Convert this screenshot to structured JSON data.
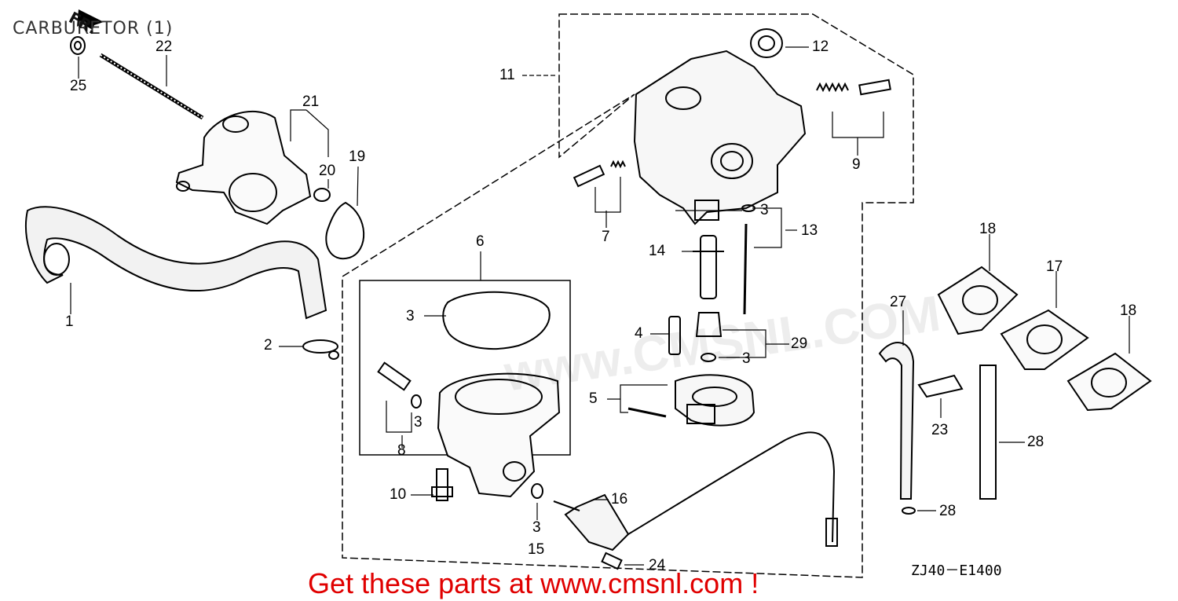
{
  "header": {
    "title": "CARBURETOR (1)",
    "direction_label": "FR."
  },
  "callouts": {
    "n1": "1",
    "n2": "2",
    "n3a": "3",
    "n3b": "3",
    "n3c": "3",
    "n3d": "3",
    "n3e": "3",
    "n4": "4",
    "n5": "5",
    "n6": "6",
    "n7": "7",
    "n8": "8",
    "n9": "9",
    "n10": "10",
    "n11": "11",
    "n12": "12",
    "n13": "13",
    "n14": "14",
    "n15": "15",
    "n16": "16",
    "n17": "17",
    "n18a": "18",
    "n18b": "18",
    "n19": "19",
    "n20": "20",
    "n21": "21",
    "n22": "22",
    "n23": "23",
    "n24": "24",
    "n25": "25",
    "n27": "27",
    "n28a": "28",
    "n28b": "28",
    "n29": "29"
  },
  "diagram_code": "ZJ40－E1400",
  "promo_text": "Get these parts at www.cmsnl.com !",
  "watermark_text": "www.CMSNL.COM",
  "colors": {
    "line": "#000000",
    "promo": "#e00000",
    "watermark": "#d8d8d8"
  }
}
